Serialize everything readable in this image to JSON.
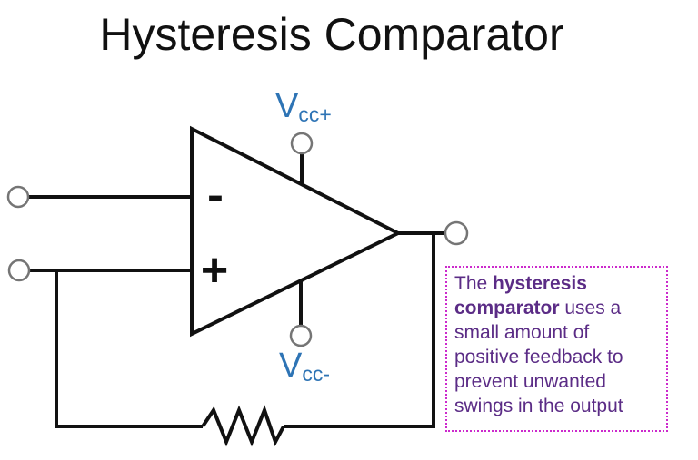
{
  "title": "Hysteresis Comparator",
  "colors": {
    "line": "#111111",
    "terminal": "#757575",
    "vcc": "#2E74B5",
    "note_text": "#5B2C86",
    "note_border": "#CC2ACC",
    "bg": "#FFFFFF"
  },
  "opamp": {
    "minus_label": "-",
    "plus_label": "+"
  },
  "labels": {
    "vcc_plus": {
      "main": "V",
      "sub": "cc+"
    },
    "vcc_minus": {
      "main": "V",
      "sub": "cc-"
    }
  },
  "note": {
    "text_prefix": "The ",
    "text_bold": "hysteresis comparator",
    "text_rest": " uses a small amount of positive feedback to prevent unwanted swings in the output"
  }
}
